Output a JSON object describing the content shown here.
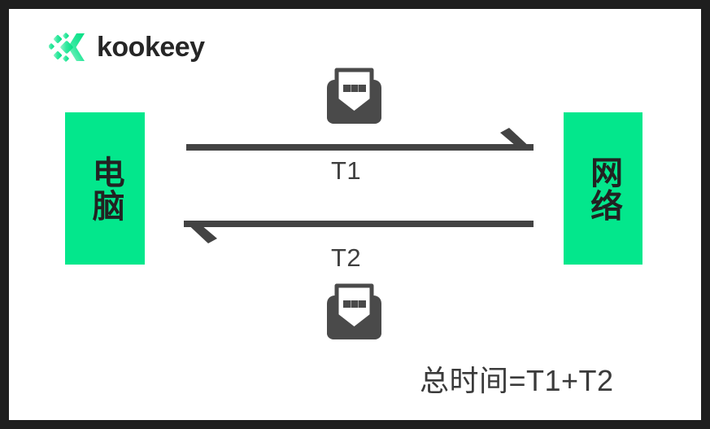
{
  "frame": {
    "border_color": "#1e1e1e",
    "canvas_color": "#ffffff"
  },
  "brand": {
    "logo_icon": "kookeey-logo-icon",
    "name": "kookeey",
    "accent_color": "#03E78C",
    "text_color": "#262626"
  },
  "diagram": {
    "nodes": [
      {
        "id": "computer",
        "label": "电脑",
        "color": "#03E78C"
      },
      {
        "id": "network",
        "label": "网络",
        "color": "#03E78C"
      }
    ],
    "flows": [
      {
        "id": "t1",
        "label": "T1",
        "direction": "right",
        "icon": "envelope-message-icon",
        "color": "#434343"
      },
      {
        "id": "t2",
        "label": "T2",
        "direction": "left",
        "icon": "envelope-message-icon",
        "color": "#434343"
      }
    ],
    "formula": "总时间=T1+T2"
  }
}
